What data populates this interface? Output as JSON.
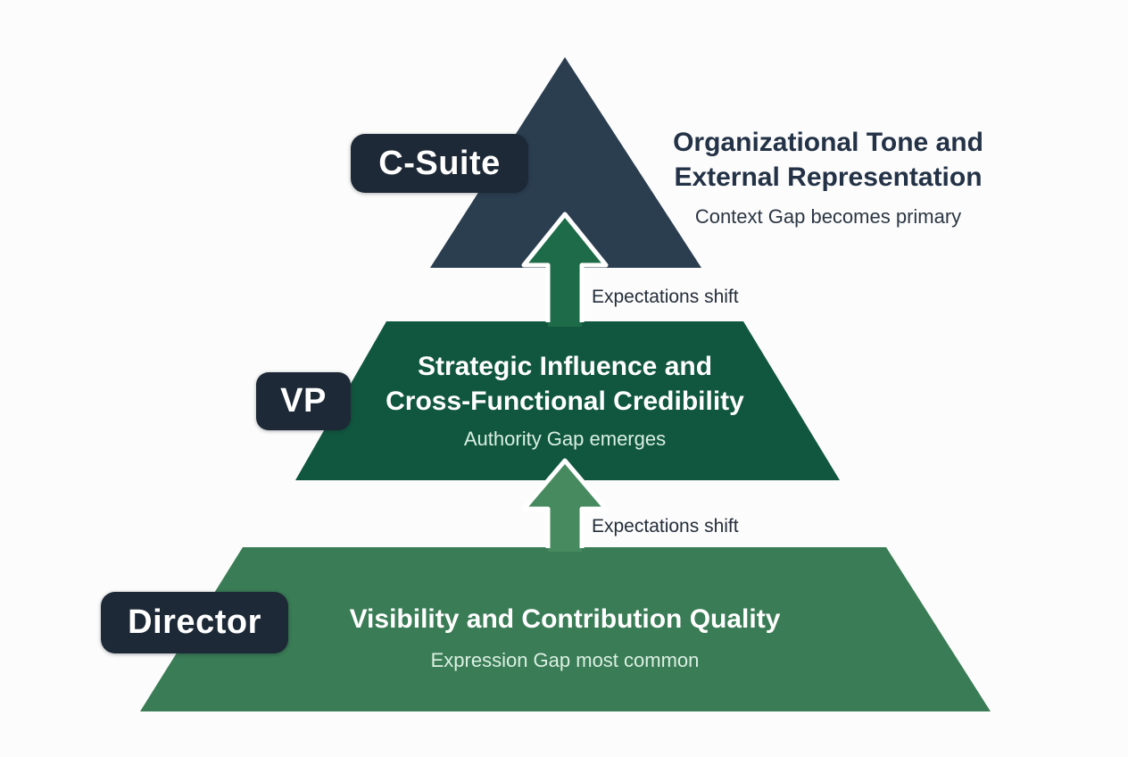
{
  "colors": {
    "background": "#fcfcfc",
    "c_suite_fill": "#2b3e50",
    "vp_fill": "#11573f",
    "director_fill": "#3a7c55",
    "arrow_upper_fill": "#1d6b48",
    "arrow_lower_fill": "#478a60",
    "arrow_outline": "#ffffff",
    "pill_fill": "#1d2936",
    "dark_text": "#233246",
    "light_subtitle_text": "#d9efe3"
  },
  "tiers": {
    "c_suite": {
      "label": "C-Suite",
      "title_line1": "Organizational Tone and",
      "title_line2": "External Representation",
      "subtitle": "Context Gap becomes primary"
    },
    "vp": {
      "label": "VP",
      "title_line1": "Strategic Influence and",
      "title_line2": "Cross-Functional Credibility",
      "subtitle": "Authority Gap emerges"
    },
    "director": {
      "label": "Director",
      "title": "Visibility and Contribution Quality",
      "subtitle": "Expression Gap most common"
    }
  },
  "arrows": {
    "upper_label": "Expectations shift",
    "lower_label": "Expectations shift"
  }
}
